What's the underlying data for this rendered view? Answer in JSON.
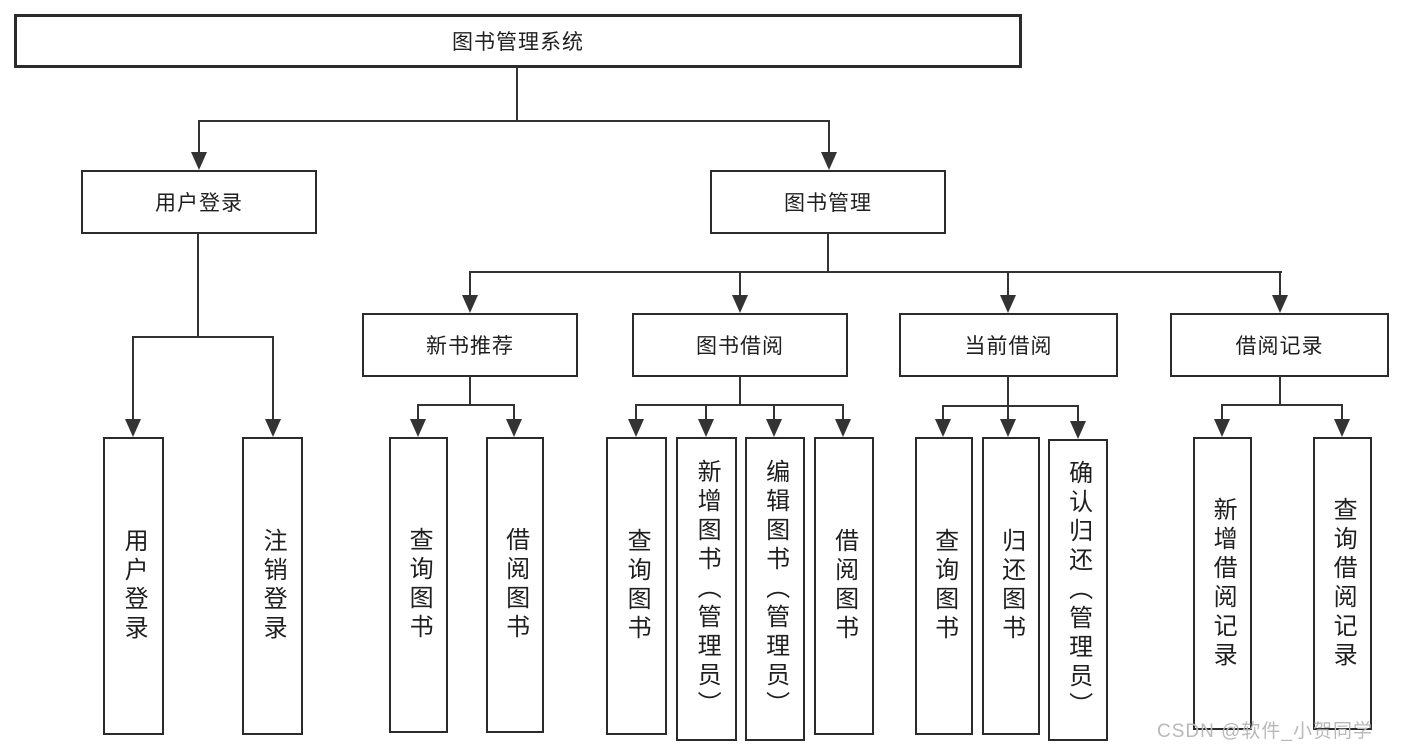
{
  "diagram": {
    "type": "hierarchy-functional-structure",
    "colors": {
      "background": "#ffffff",
      "line": "#333333",
      "box_border": "#2b2b2b",
      "text": "#1f1f1f",
      "watermark": "#b9b9b9"
    }
  },
  "tree": {
    "root": {
      "label": "图书管理系统",
      "children": [
        {
          "label": "用户登录",
          "children": [
            {
              "label": "用户登录"
            },
            {
              "label": "注销登录"
            }
          ]
        },
        {
          "label": "图书管理",
          "children": [
            {
              "label": "新书推荐",
              "children": [
                {
                  "label": "查询图书"
                },
                {
                  "label": "借阅图书"
                }
              ]
            },
            {
              "label": "图书借阅",
              "children": [
                {
                  "label": "查询图书"
                },
                {
                  "label": "新增图书（管理员）"
                },
                {
                  "label": "编辑图书（管理员）"
                },
                {
                  "label": "借阅图书"
                }
              ]
            },
            {
              "label": "当前借阅",
              "children": [
                {
                  "label": "查询图书"
                },
                {
                  "label": "归还图书"
                },
                {
                  "label": "确认归还（管理员）"
                }
              ]
            },
            {
              "label": "借阅记录",
              "children": [
                {
                  "label": "新增借阅记录"
                },
                {
                  "label": "查询借阅记录"
                }
              ]
            }
          ]
        }
      ]
    }
  },
  "watermark": {
    "text": "CSDN @软件_小贺同学"
  }
}
